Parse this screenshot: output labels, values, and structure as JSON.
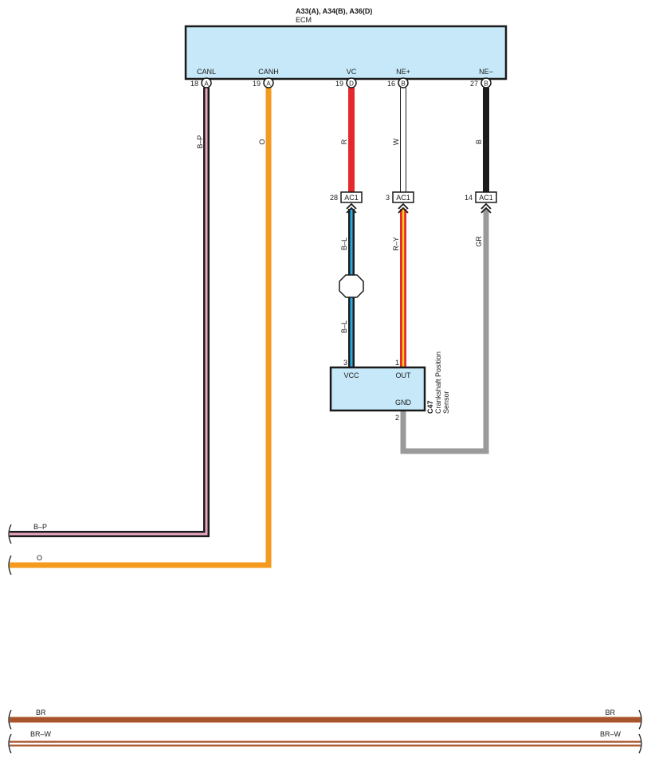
{
  "ecm": {
    "title": "A33(A), A34(B), A36(D)",
    "name": "ECM",
    "pins": [
      {
        "label": "CANL",
        "num": "18",
        "conn": "A"
      },
      {
        "label": "CANH",
        "num": "19",
        "conn": "A"
      },
      {
        "label": "VC",
        "num": "19",
        "conn": "D"
      },
      {
        "label": "NE+",
        "num": "16",
        "conn": "B"
      },
      {
        "label": "NE−",
        "num": "27",
        "conn": "B"
      }
    ],
    "fill": "#c6e8f8"
  },
  "wires_upper": [
    {
      "code": "B–P"
    },
    {
      "code": "O"
    },
    {
      "code": "R"
    },
    {
      "code": "W"
    },
    {
      "code": "B"
    }
  ],
  "connectors_ac1": [
    {
      "num": "28",
      "name": "AC1"
    },
    {
      "num": "3",
      "name": "AC1"
    },
    {
      "num": "14",
      "name": "AC1"
    }
  ],
  "wires_lower": [
    {
      "code": "B–L"
    },
    {
      "code": "B–L"
    },
    {
      "code": "R–Y"
    },
    {
      "code": "GR"
    }
  ],
  "sensor": {
    "id": "C47",
    "name_line1": "Crankshaft Position",
    "name_line2": "Sensor",
    "pin_vcc": "VCC",
    "pin_out": "OUT",
    "pin_gnd": "GND",
    "num_vcc": "3",
    "num_out": "1",
    "num_gnd": "2"
  },
  "exits": [
    {
      "code": "B–P"
    },
    {
      "code": "O"
    }
  ],
  "bottom_wires": [
    {
      "left": "BR",
      "right": "BR"
    },
    {
      "left": "BR–W",
      "right": "BR–W"
    }
  ],
  "colors": {
    "black": "#1c1c1c",
    "pink": "#e9a6c0",
    "orange": "#f39a1f",
    "red": "#e5282c",
    "white": "#ffffff",
    "blue": "#29aae1",
    "yellow": "#f2d21b",
    "gray": "#9a9a9a",
    "brown": "#a8542c"
  }
}
